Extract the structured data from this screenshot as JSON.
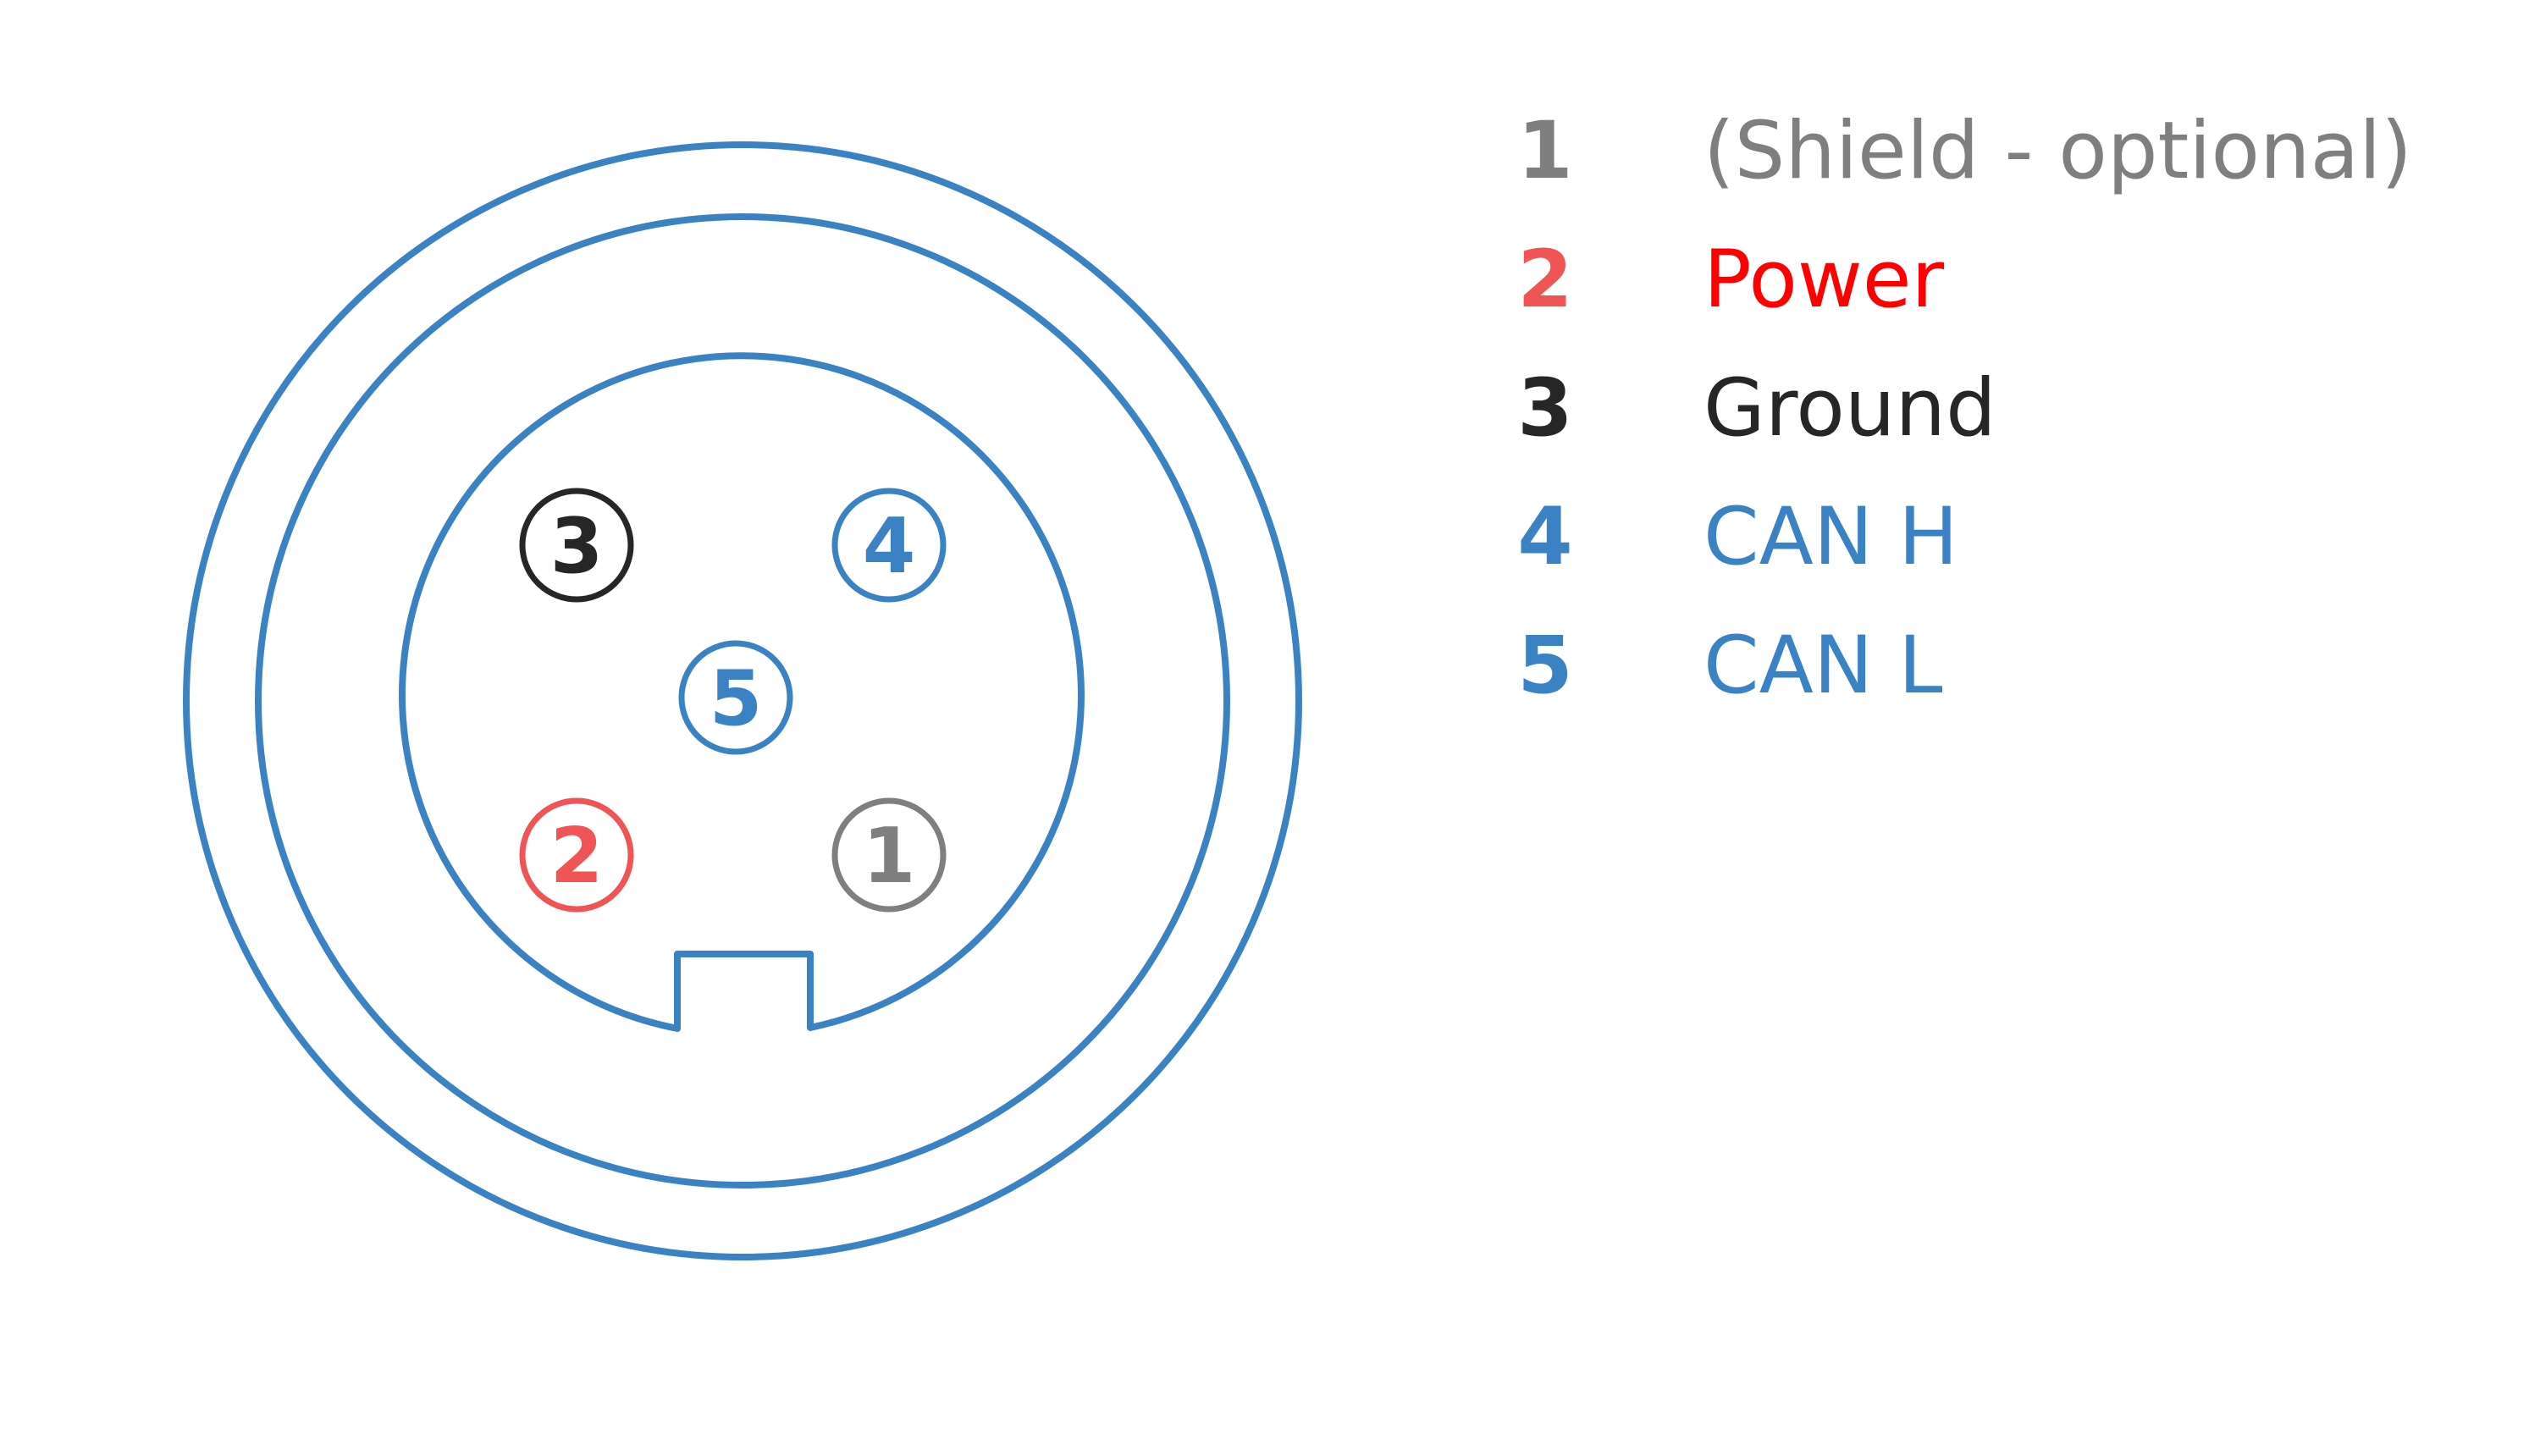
{
  "colors": {
    "outline": "#3b82c4",
    "shield": "#7f7f7f",
    "power_num": "#f05454",
    "power_text": "#ff0000",
    "ground": "#262626",
    "can": "#3b82c4",
    "background": "#ffffff"
  },
  "pins": [
    {
      "number": "1",
      "color": "#7f7f7f"
    },
    {
      "number": "2",
      "color": "#f05454"
    },
    {
      "number": "3",
      "color": "#262626"
    },
    {
      "number": "4",
      "color": "#3b82c4"
    },
    {
      "number": "5",
      "color": "#3b82c4"
    }
  ],
  "legend": [
    {
      "number": "1",
      "label": "(Shield - optional)",
      "number_color": "#7f7f7f",
      "label_color": "#7f7f7f"
    },
    {
      "number": "2",
      "label": "Power",
      "number_color": "#f05454",
      "label_color": "#ff0000"
    },
    {
      "number": "3",
      "label": "Ground",
      "number_color": "#262626",
      "label_color": "#262626"
    },
    {
      "number": "4",
      "label": "CAN H",
      "number_color": "#3b82c4",
      "label_color": "#3b82c4"
    },
    {
      "number": "5",
      "label": "CAN L",
      "number_color": "#3b82c4",
      "label_color": "#3b82c4"
    }
  ]
}
